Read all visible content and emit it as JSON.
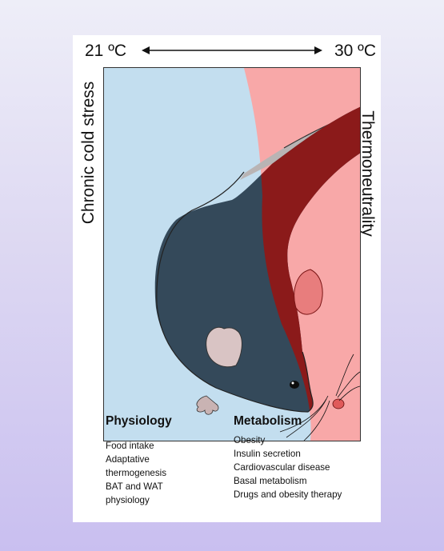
{
  "header": {
    "temp_left": "21 ºC",
    "temp_right": "30 ºC"
  },
  "side_labels": {
    "left": "Chronic cold stress",
    "right": "Thermoneutrality"
  },
  "physiology": {
    "title": "Physiology",
    "items": [
      "Food intake",
      "Adaptative",
      "thermogenesis",
      "BAT and WAT",
      "physiology"
    ]
  },
  "metabolism": {
    "title": "Metabolism",
    "items": [
      "Obesity",
      "Insulin secretion",
      "Cardiovascular disease",
      "Basal metabolism",
      "Drugs and obesity therapy"
    ]
  },
  "colors": {
    "cold_background": "#c3deef",
    "warm_background": "#f8a8a8",
    "mouse_cold": "#34495a",
    "mouse_warm": "#8b1a1a"
  }
}
